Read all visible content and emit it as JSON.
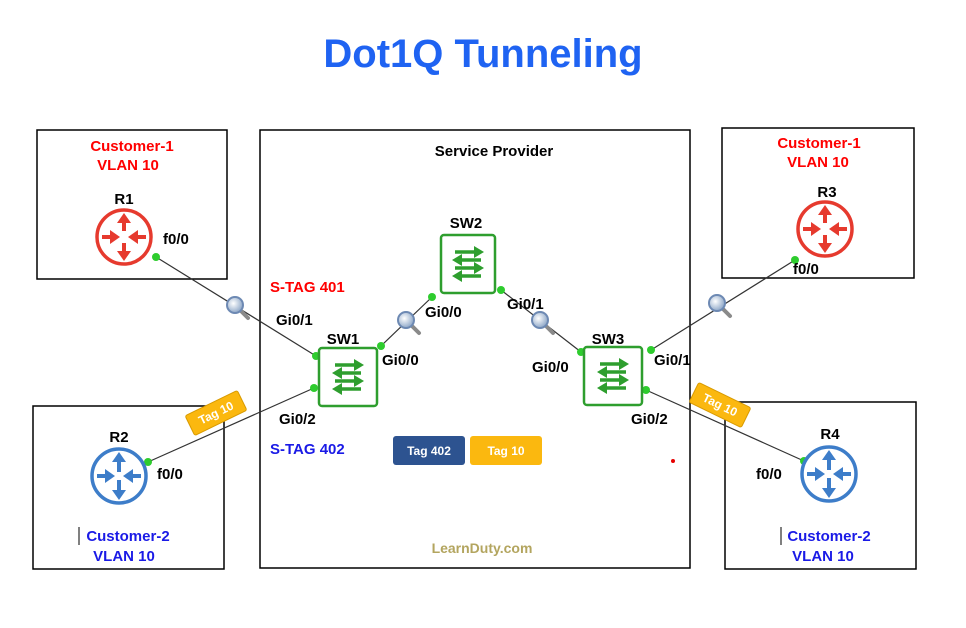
{
  "title": "Dot1Q Tunneling",
  "service_provider_label": "Service Provider",
  "watermark": "LearnDuty.com",
  "routers": {
    "r1": {
      "name": "R1",
      "customer": "Customer-1",
      "vlan": "VLAN 10",
      "port": "f0/0"
    },
    "r2": {
      "name": "R2",
      "customer": "Customer-2",
      "vlan": "VLAN 10",
      "port": "f0/0"
    },
    "r3": {
      "name": "R3",
      "customer": "Customer-1",
      "vlan": "VLAN 10",
      "port": "f0/0"
    },
    "r4": {
      "name": "R4",
      "customer": "Customer-2",
      "vlan": "VLAN 10",
      "port": "f0/0"
    }
  },
  "switches": {
    "sw1": {
      "name": "SW1",
      "port_r1": "Gi0/1",
      "port_r2": "Gi0/2",
      "port_sw2": "Gi0/0"
    },
    "sw2": {
      "name": "SW2",
      "port_sw1": "Gi0/0",
      "port_sw3": "Gi0/1"
    },
    "sw3": {
      "name": "SW3",
      "port_sw2": "Gi0/0",
      "port_r3": "Gi0/1",
      "port_r4": "Gi0/2"
    }
  },
  "stags": {
    "customer1": "S-TAG 401",
    "customer2": "S-TAG 402"
  },
  "tags": {
    "left": "Tag 10",
    "right": "Tag 10",
    "outer": "Tag 402",
    "inner": "Tag 10"
  },
  "colors": {
    "title": "#1f63f2",
    "customer1": "#ff0000",
    "customer2": "#1a1ae6",
    "router_red": "#e63a2e",
    "router_blue": "#3d7dc9",
    "switch_green": "#2e9e2e",
    "tag_orange": "#fbb80f",
    "tag_navy": "#2d5390",
    "link_dot": "#2ecc2e"
  }
}
